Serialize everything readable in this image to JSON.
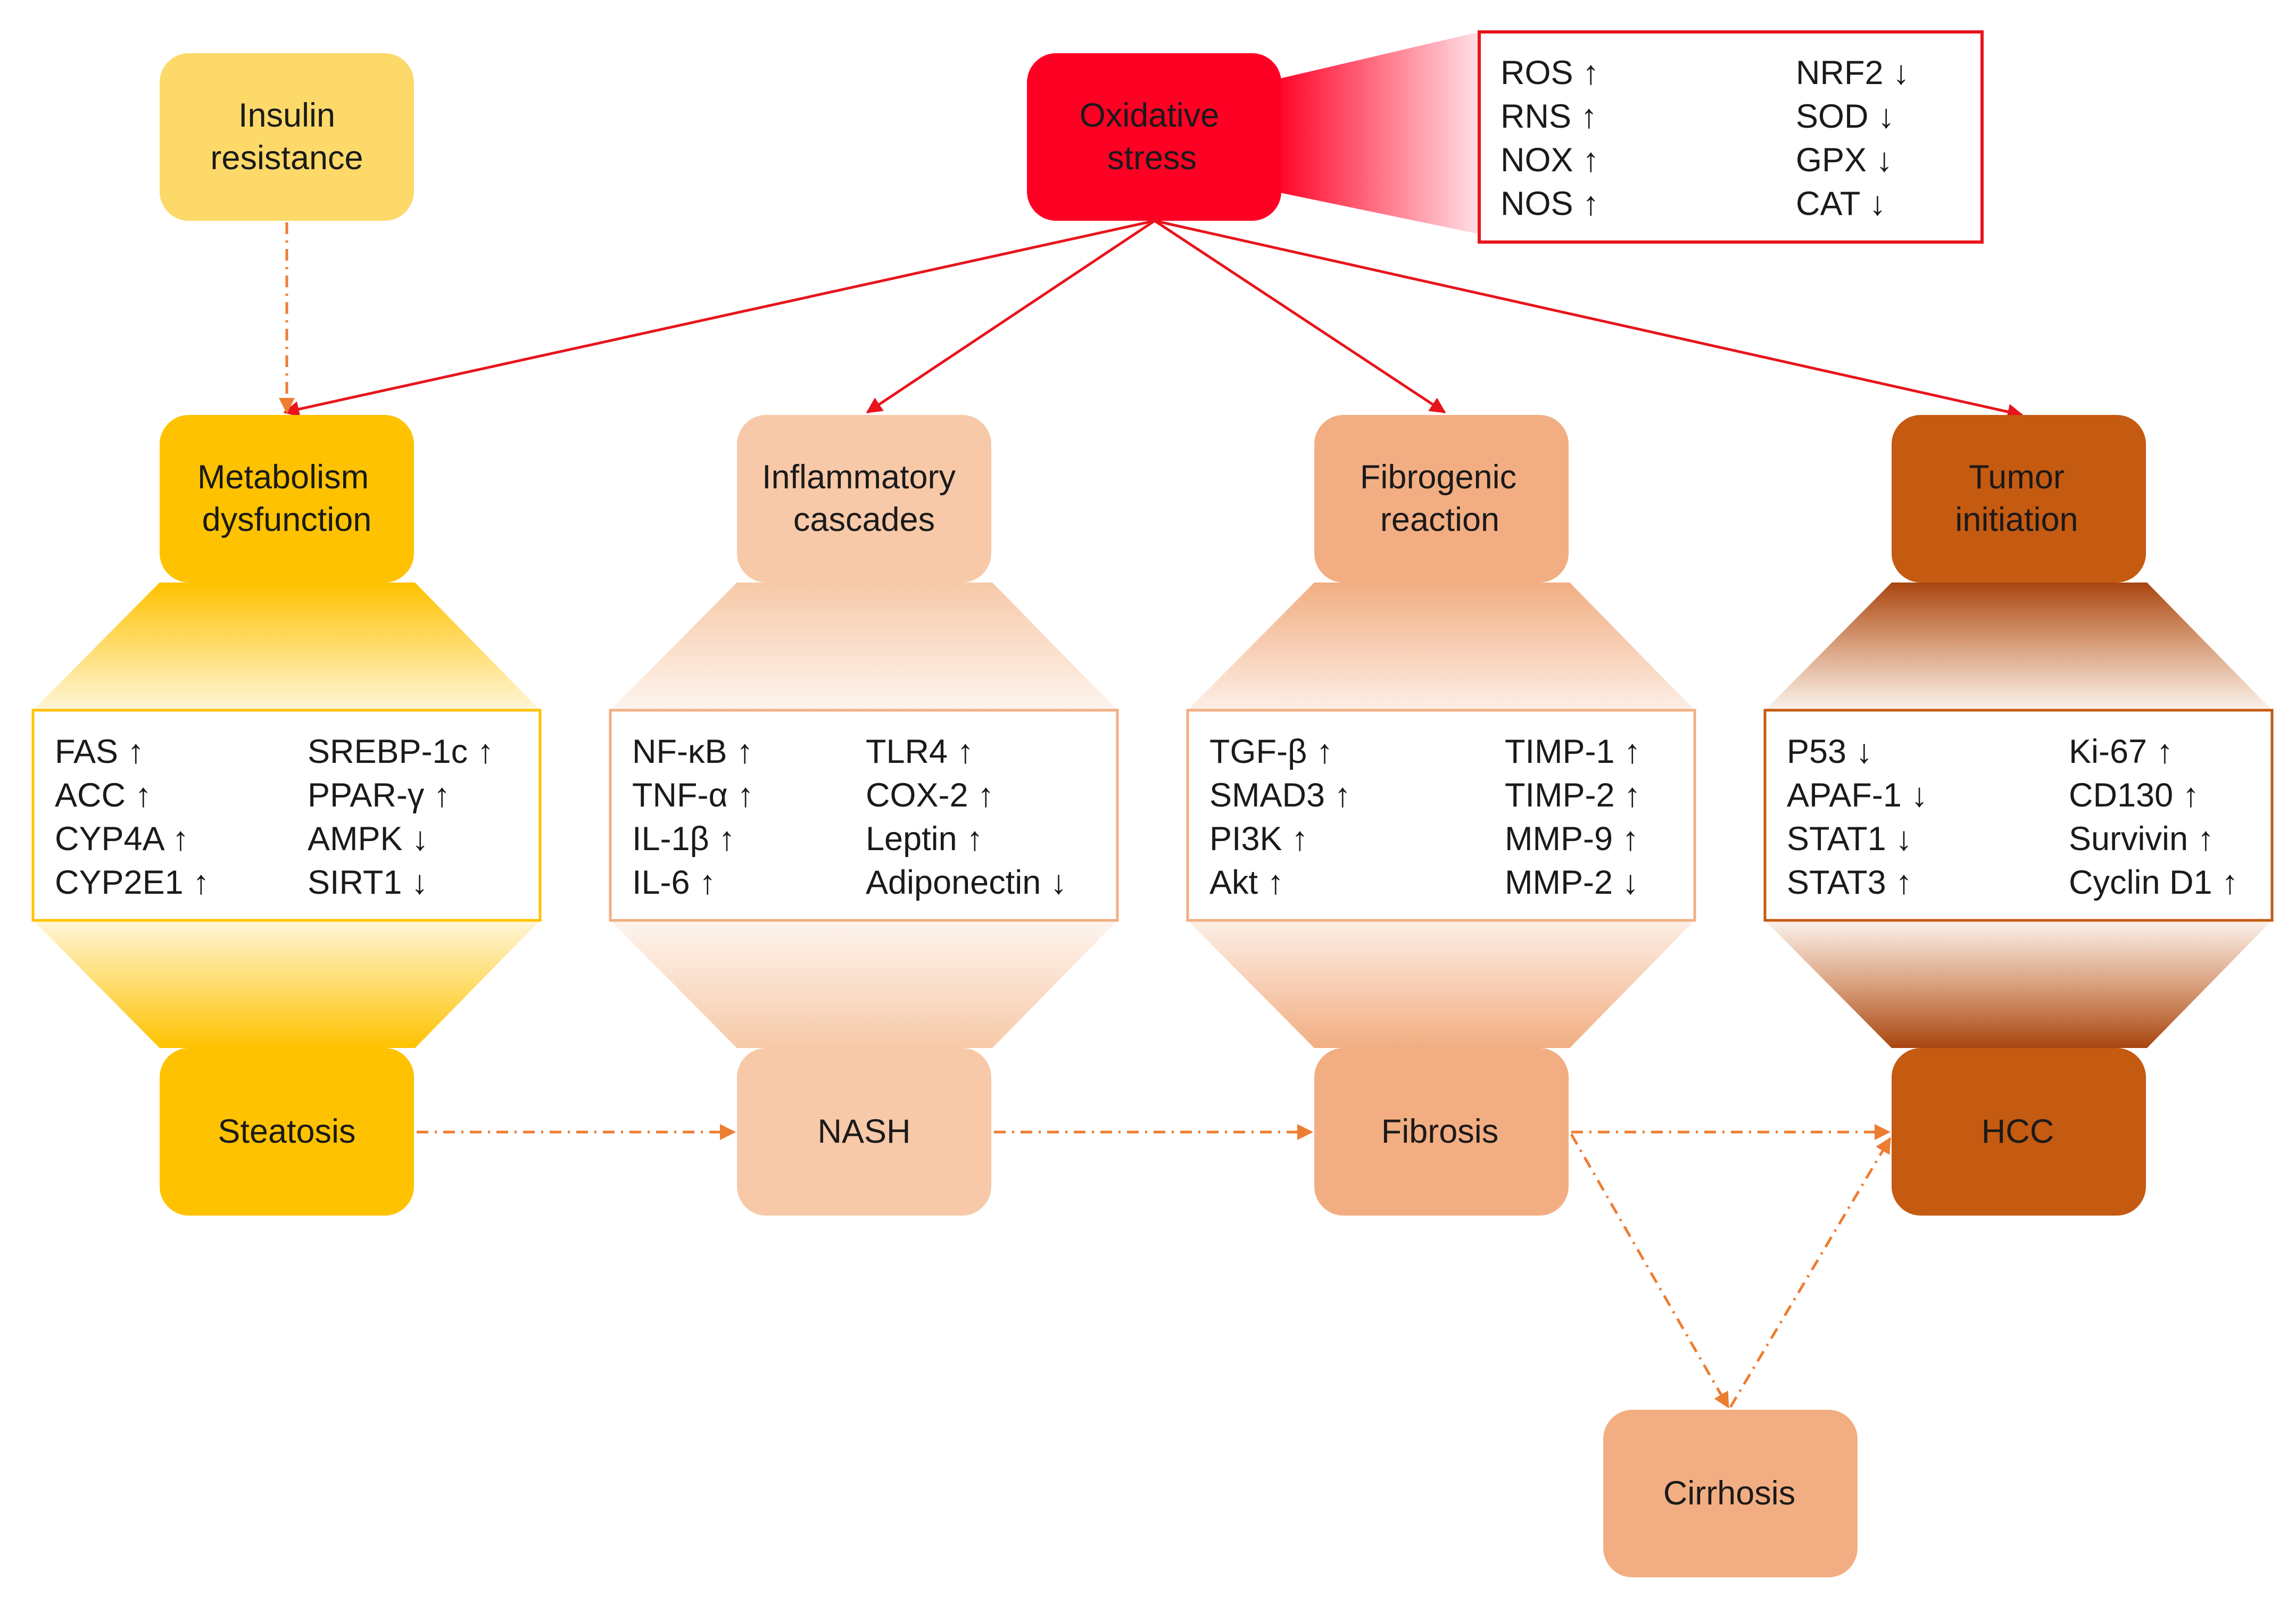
{
  "colors": {
    "insulin": "#FDD96A",
    "oxidative": "#FF0025",
    "metabolism": "#FFC200",
    "inflammatory": "#F7C9A8",
    "fibrogenic": "#F2AE82",
    "tumor": "#C55A11",
    "cirrhosis": "#F2AE82",
    "red_arrow": "#E8141B",
    "orange_arrow": "#ED7D31"
  },
  "top": {
    "insulin": [
      "Insulin",
      "resistance"
    ],
    "oxidative": [
      "Oxidative",
      "stress"
    ]
  },
  "oxidative_markers": {
    "left": [
      "ROS ↑",
      "RNS ↑",
      "NOX ↑",
      "NOS ↑"
    ],
    "right": [
      "NRF2 ↓",
      "SOD ↓",
      "GPX ↓",
      "CAT ↓"
    ]
  },
  "columns": [
    {
      "id": "metabolism",
      "title": [
        "Metabolism",
        "dysfunction"
      ],
      "left": [
        "FAS ↑",
        "ACC ↑",
        "CYP4A ↑",
        "CYP2E1 ↑"
      ],
      "right": [
        "SREBP-1c ↑",
        "PPAR-γ ↑",
        "AMPK ↓",
        "SIRT1 ↓"
      ],
      "outcome": "Steatosis"
    },
    {
      "id": "inflammatory",
      "title": [
        "Inflammatory",
        "cascades"
      ],
      "left": [
        "NF-κB ↑",
        "TNF-α ↑",
        "IL-1β ↑",
        "IL-6 ↑"
      ],
      "right": [
        "TLR4 ↑",
        "COX-2 ↑",
        "Leptin ↑",
        "Adiponectin ↓"
      ],
      "outcome": "NASH"
    },
    {
      "id": "fibrogenic",
      "title": [
        "Fibrogenic",
        "reaction"
      ],
      "left": [
        "TGF-β ↑",
        "SMAD3 ↑",
        "PI3K ↑",
        "Akt ↑"
      ],
      "right": [
        "TIMP-1 ↑",
        "TIMP-2 ↑",
        "MMP-9 ↑",
        "MMP-2 ↓"
      ],
      "outcome": "Fibrosis"
    },
    {
      "id": "tumor",
      "title": [
        "Tumor",
        "initiation"
      ],
      "left": [
        "P53 ↓",
        "APAF-1 ↓",
        "STAT1 ↓",
        "STAT3 ↑"
      ],
      "right": [
        "Ki-67 ↑",
        "CD130 ↑",
        "Survivin ↑",
        "Cyclin D1 ↑"
      ],
      "outcome": "HCC"
    }
  ],
  "cirrhosis": "Cirrhosis"
}
